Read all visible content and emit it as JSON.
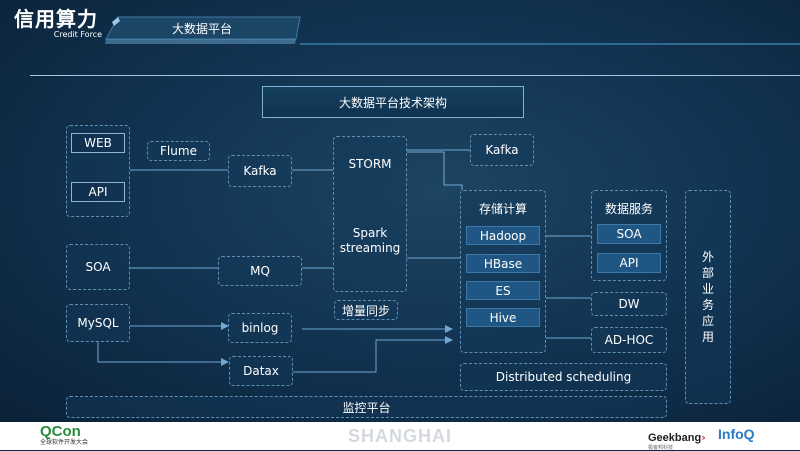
{
  "header": {
    "logo_text": "信用算力",
    "logo_sub": "Credit Force",
    "title": "大数据平台"
  },
  "diagram": {
    "title": "大数据平台技术架构",
    "sources": {
      "web": "WEB",
      "api": "API",
      "soa": "SOA",
      "mysql": "MySQL"
    },
    "flume": "Flume",
    "kafka_left": "Kafka",
    "mq": "MQ",
    "binlog": "binlog",
    "datax": "Datax",
    "incremental_sync": "增量同步",
    "storm": "STORM",
    "spark_streaming": "Spark streaming",
    "kafka_right": "Kafka",
    "storage": {
      "title": "存储计算",
      "items": [
        "Hadoop",
        "HBase",
        "ES",
        "Hive"
      ]
    },
    "data_service": {
      "title": "数据服务",
      "items": [
        "SOA",
        "API"
      ]
    },
    "dw": "DW",
    "adhoc": "AD-HOC",
    "distributed_scheduling": "Distributed scheduling",
    "external_apps": "外部业务应用",
    "monitoring": "监控平台"
  },
  "footer": {
    "qcon": "QCon",
    "qcon_sub": "全球软件开发大会",
    "city": "SHANGHAI",
    "geekbang": "Geekbang",
    "geekbang_sub": "极客邦科技",
    "infoq": "InfoQ"
  },
  "colors": {
    "background": "#123553",
    "box_fill": "#1f5683",
    "line": "#6fa8d2",
    "accent": "#d23a3a"
  }
}
